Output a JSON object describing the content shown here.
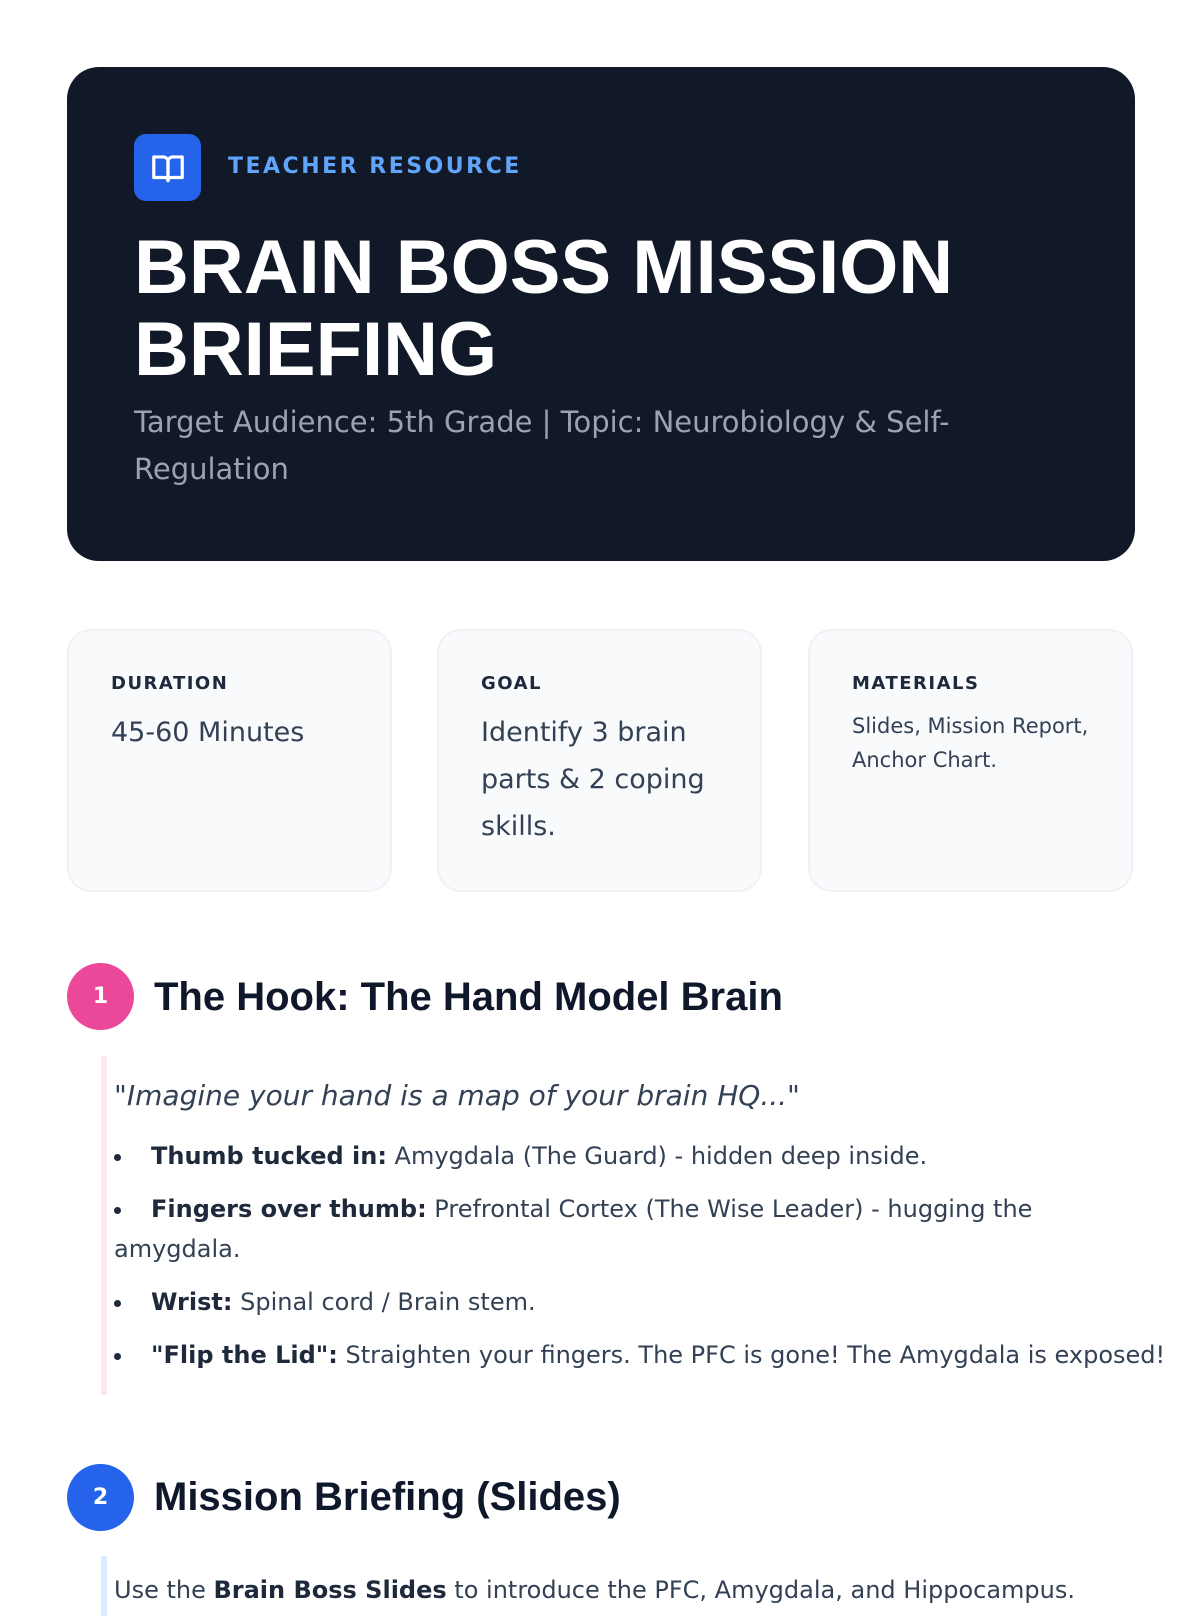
{
  "header": {
    "icon": "book-open-icon",
    "eyebrow": "TEACHER RESOURCE",
    "title": "BRAIN BOSS MISSION BRIEFING",
    "subtitle": "Target Audience: 5th Grade | Topic: Neurobiology & Self-Regulation"
  },
  "info_cards": [
    {
      "label": "DURATION",
      "value": "45-60 Minutes"
    },
    {
      "label": "GOAL",
      "value": "Identify 3 brain parts & 2 coping skills."
    },
    {
      "label": "MATERIALS",
      "value": "Slides, Mission Report, Anchor Chart."
    }
  ],
  "sections": [
    {
      "number": "1",
      "title": "The Hook: The Hand Model Brain",
      "color": "#ec4899",
      "quote": "\"Imagine your hand is a map of your brain HQ...\"",
      "bullets": [
        {
          "term": "Thumb tucked in:",
          "text": " Amygdala (The Guard) - hidden deep inside."
        },
        {
          "term": "Fingers over thumb:",
          "text": " Prefrontal Cortex (The Wise Leader) - hugging the amygdala."
        },
        {
          "term": "Wrist:",
          "text": " Spinal cord / Brain stem."
        },
        {
          "term": "\"Flip the Lid\":",
          "text": " Straighten your fingers. The PFC is gone! The Amygdala is exposed!"
        }
      ]
    },
    {
      "number": "2",
      "title": "Mission Briefing (Slides)",
      "color": "#2563eb",
      "text_before": "Use the ",
      "text_bold": "Brain Boss Slides",
      "text_after": " to introduce the PFC, Amygdala, and Hippocampus."
    }
  ]
}
